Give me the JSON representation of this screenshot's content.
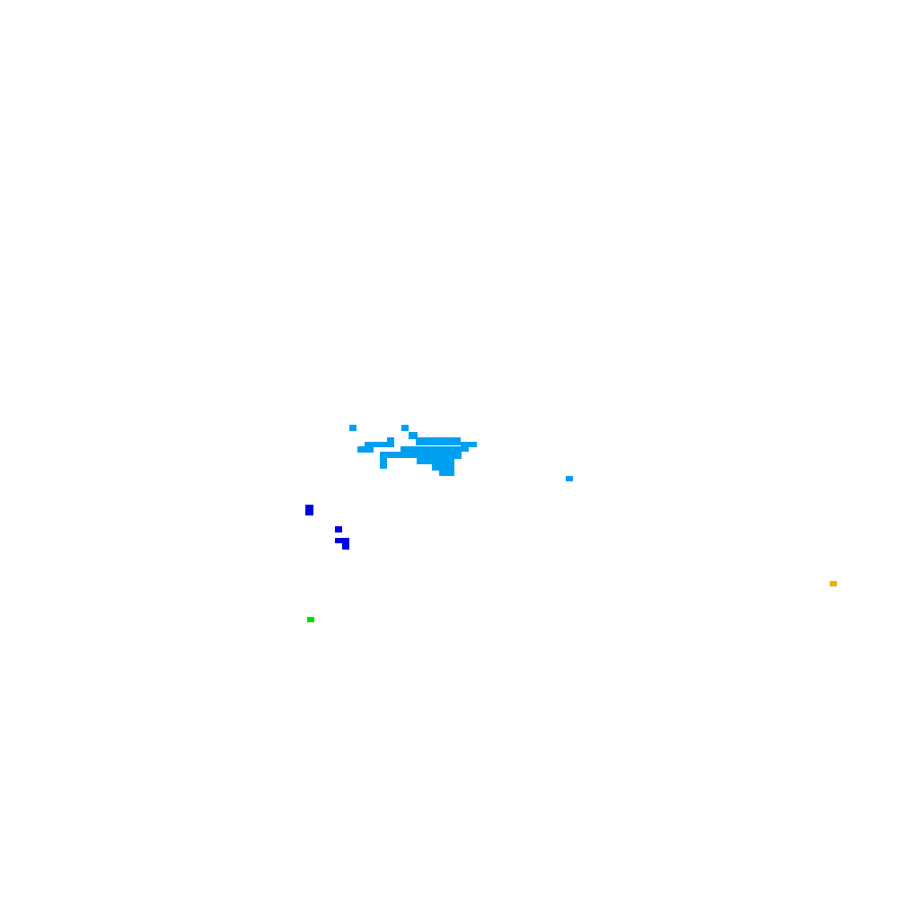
{
  "palette": {
    "background": "#ffffff",
    "cyan_cluster": "#00a0f0",
    "blue_cluster": "#0000e6",
    "green_point": "#00dc00",
    "yellow_point": "#e6b400"
  },
  "groups": [
    {
      "name": "cyan-cluster",
      "color_key": "cyan_cluster"
    },
    {
      "name": "blue-cluster",
      "color_key": "blue_cluster"
    },
    {
      "name": "green-point",
      "color_key": "green_point"
    },
    {
      "name": "yellow-point",
      "color_key": "yellow_point"
    }
  ]
}
